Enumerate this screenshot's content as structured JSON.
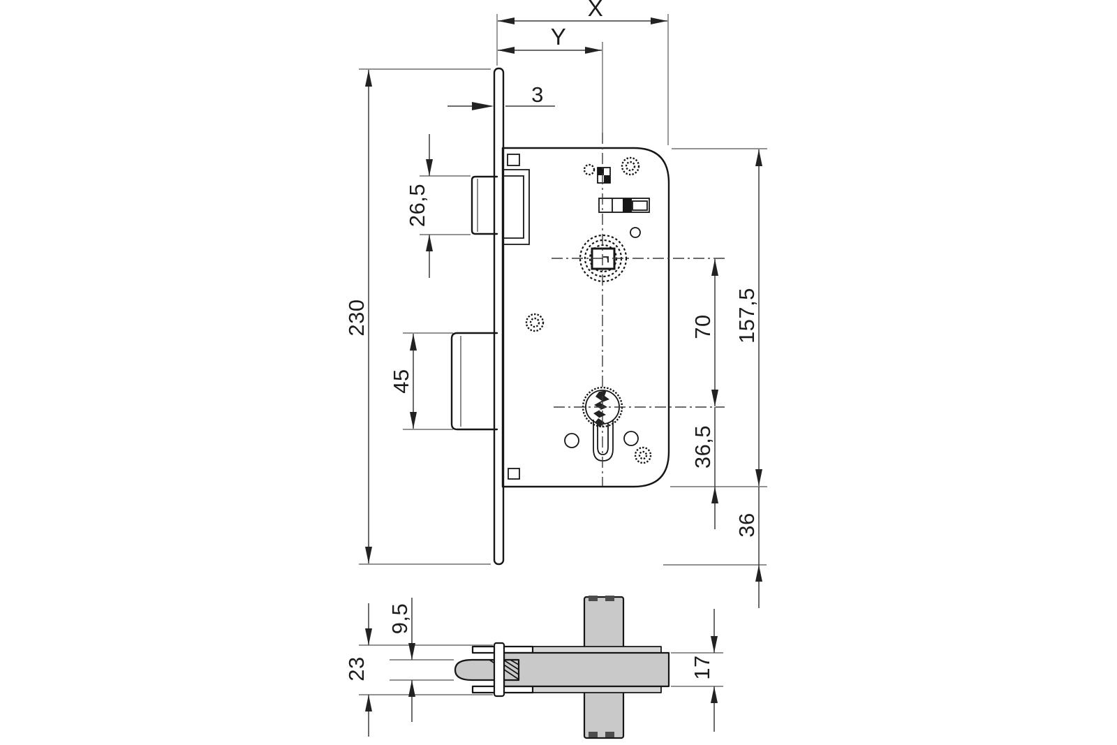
{
  "drawing": {
    "type": "technical-dimension-drawing",
    "subject": "mortise-lock",
    "views": {
      "front": "front elevation",
      "bottom": "horizontal section"
    },
    "dimensions": {
      "backset_x": "X",
      "backset_y": "Y",
      "faceplate_thickness": "3",
      "latch_bolt_height": "26,5",
      "faceplate_length": "230",
      "deadbolt_height": "45",
      "spindle_to_cylinder": "70",
      "case_height": "157,5",
      "cylinder_to_case_bottom": "36,5",
      "case_bottom_to_faceplate_end": "36",
      "latch_bolt_thickness": "9,5",
      "faceplate_width": "23",
      "case_depth": "17"
    },
    "colors": {
      "line": "#161616",
      "dimension_line": "#3a3a3a",
      "extension_line": "#6e6e6e",
      "metal_fill": "#c9c9c9",
      "background": "#ffffff"
    }
  }
}
